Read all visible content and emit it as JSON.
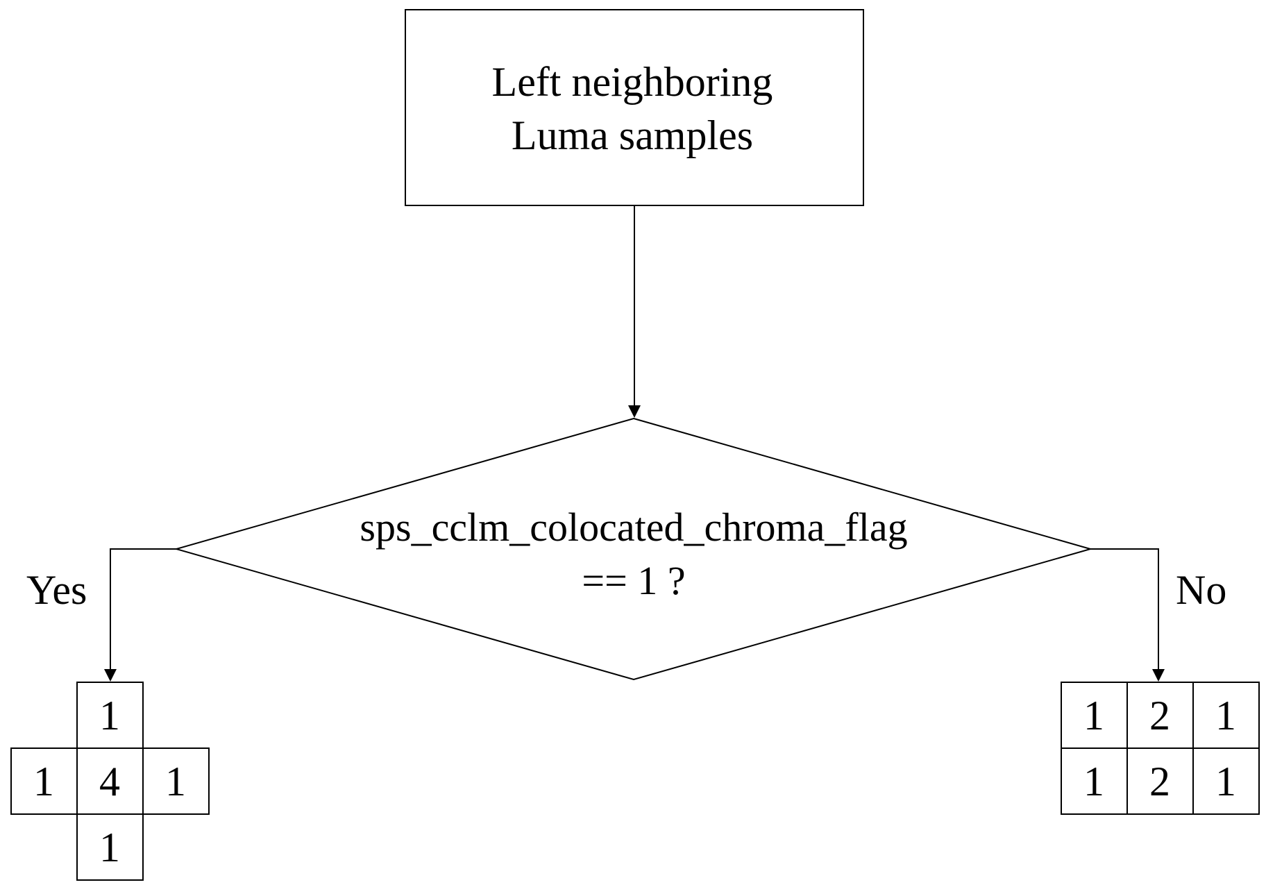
{
  "start_box": {
    "line1": "Left neighboring",
    "line2": "Luma samples"
  },
  "decision": {
    "line1": "sps_cclm_colocated_chroma_flag",
    "line2": "== 1 ?"
  },
  "branches": {
    "yes_label": "Yes",
    "no_label": "No"
  },
  "yes_filter": {
    "top": "1",
    "left": "1",
    "center": "4",
    "right": "1",
    "bottom": "1"
  },
  "no_filter": {
    "rows": [
      [
        "1",
        "2",
        "1"
      ],
      [
        "1",
        "2",
        "1"
      ]
    ]
  },
  "colors": {
    "stroke": "#000000",
    "background": "#ffffff"
  }
}
